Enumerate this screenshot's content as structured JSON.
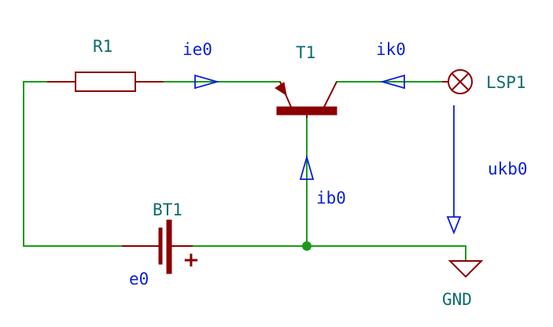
{
  "colors": {
    "wire": "#1a9a1a",
    "component": "#8b0000",
    "probe": "#0a1fd6",
    "reference_text": "#0d6b6b",
    "junction": "#1a9a1a"
  },
  "components": {
    "resistor": {
      "ref": "R1"
    },
    "transistor": {
      "ref": "T1"
    },
    "battery": {
      "ref": "BT1",
      "value": "e0",
      "polarity_mark": "+"
    },
    "lamp": {
      "ref": "LSP1"
    },
    "ground": {
      "ref": "GND"
    }
  },
  "probes": {
    "emitter_current": {
      "label": "ie0"
    },
    "collector_current": {
      "label": "ik0"
    },
    "base_current": {
      "label": "ib0"
    },
    "lamp_voltage": {
      "label": "ukb0"
    }
  }
}
